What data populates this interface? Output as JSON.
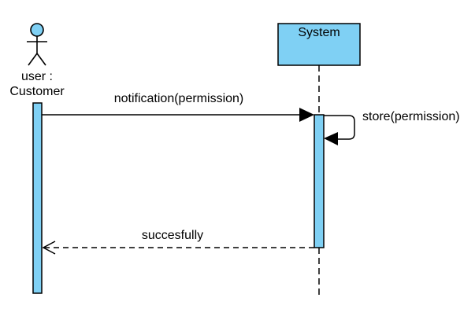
{
  "diagram": {
    "actor": {
      "line1": "user :",
      "line2": "Customer",
      "icon": "stick-figure-icon"
    },
    "system": {
      "label": "System"
    },
    "messages": {
      "request": "notification(permission)",
      "self_call": "store(permission)",
      "reply": "succesfully"
    }
  },
  "colors": {
    "box_fill": "#7fd0f4",
    "line": "#000000",
    "background": "#ffffff"
  }
}
